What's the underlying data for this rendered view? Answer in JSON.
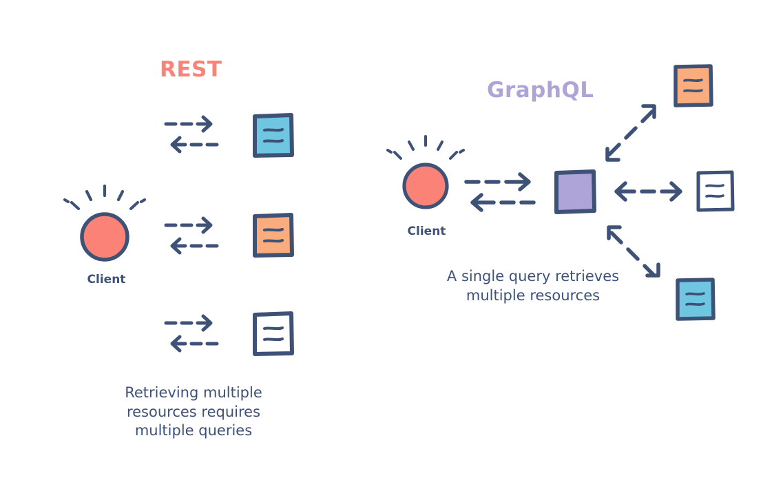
{
  "diagram": {
    "title": "REST vs GraphQL resource retrieval comparison",
    "background": "#ffffff",
    "palette": {
      "navy": "#3E5277",
      "coral": "#FB8276",
      "lavender": "#AEA4D8",
      "title_rest": "#FB8276",
      "title_graphql": "#AEA4D8",
      "card_blue": "#6EC6E0",
      "card_orange": "#F9AD7E",
      "card_white": "#FFFFFF",
      "text_navy": "#3E5277"
    }
  },
  "rest": {
    "title": "REST",
    "client": {
      "label": "Client",
      "fill": "#FB8276",
      "stroke": "#3E5277",
      "has_rays": true
    },
    "caption": "Retrieving multiple\nresources requires\nmultiple queries",
    "rows": [
      {
        "request_arrow": "dashed-arrow-right",
        "response_arrow": "dashed-arrow-left",
        "resource": {
          "name": "resource-card-blue",
          "fill": "#6EC6E0",
          "lines": 2
        }
      },
      {
        "request_arrow": "dashed-arrow-right",
        "response_arrow": "dashed-arrow-left",
        "resource": {
          "name": "resource-card-orange",
          "fill": "#F9AD7E",
          "lines": 2
        }
      },
      {
        "request_arrow": "dashed-arrow-right",
        "response_arrow": "dashed-arrow-left",
        "resource": {
          "name": "resource-card-white",
          "fill": "#FFFFFF",
          "lines": 2
        }
      }
    ]
  },
  "graphql": {
    "title": "GraphQL",
    "client": {
      "label": "Client",
      "fill": "#FB8276",
      "stroke": "#3E5277",
      "has_rays": true
    },
    "caption": "A single query retrieves\nmultiple resources",
    "server": {
      "name": "graphql-server-node",
      "fill": "#AEA4D8",
      "stroke": "#3E5277"
    },
    "client_to_server": {
      "request_arrow": "dashed-arrow-right",
      "response_arrow": "dashed-arrow-left"
    },
    "server_links": [
      {
        "arrow": "dashed-double-arrow-diagonal-up",
        "resource": {
          "name": "resource-card-orange",
          "fill": "#F9AD7E",
          "lines": 2
        }
      },
      {
        "arrow": "dashed-double-arrow-horizontal",
        "resource": {
          "name": "resource-card-white",
          "fill": "#FFFFFF",
          "lines": 2
        }
      },
      {
        "arrow": "dashed-double-arrow-diagonal-down",
        "resource": {
          "name": "resource-card-blue",
          "fill": "#6EC6E0",
          "lines": 2
        }
      }
    ]
  }
}
